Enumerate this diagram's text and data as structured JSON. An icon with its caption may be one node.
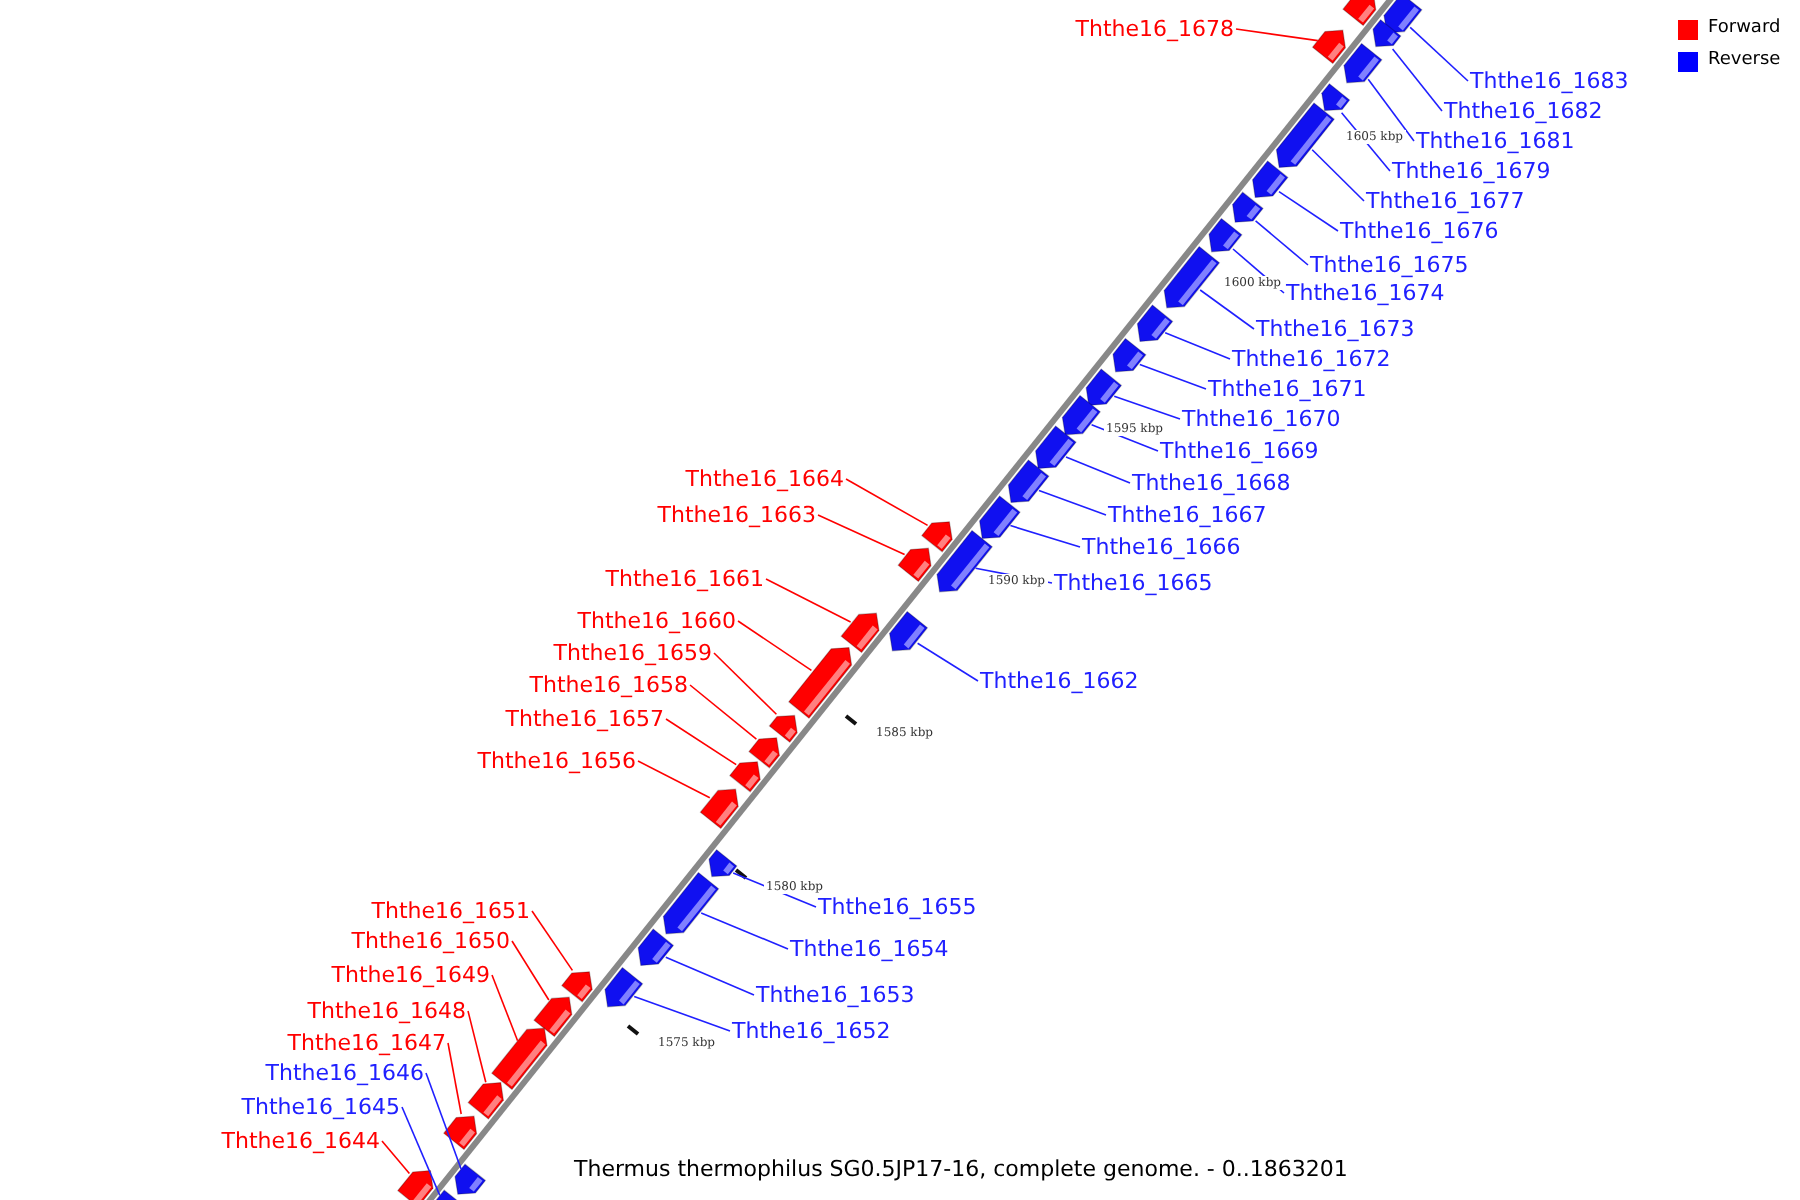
{
  "diagram": {
    "caption": "Thermus thermophilus SG0.5JP17-16, complete genome. - 0..1863201",
    "nodes": [
      {
        "text": [],
        "shape": "box"
      },
      {
        "text": [
          "Ththe16_1678"
        ]
      },
      {
        "text": [],
        "shape": "box"
      },
      {
        "text": [
          "Ththe16_1683"
        ]
      },
      {
        "text": [],
        "shape": "box"
      },
      {
        "text": [
          "Ththe16_1682"
        ]
      },
      {
        "text": [],
        "shape": "box"
      },
      {
        "text": [
          "Ththe16_1681"
        ]
      },
      {
        "text": [],
        "shape": "box"
      },
      {
        "text": [
          "Ththe16_1679"
        ]
      },
      {
        "text": [],
        "shape": "box"
      },
      {
        "text": [
          "Ththe16_1677"
        ]
      },
      {
        "text": [],
        "shape": "box"
      },
      {
        "text": [
          "Ththe16_1676"
        ]
      },
      {
        "text": [],
        "shape": "box"
      },
      {
        "text": [
          "Ththe16_1675"
        ]
      },
      {
        "text": [],
        "shape": "box"
      },
      {
        "text": [
          "Ththe16_1674"
        ]
      },
      {
        "text": [],
        "shape": "box"
      },
      {
        "text": [
          "Ththe16_1673"
        ]
      },
      {
        "text": [],
        "shape": "box"
      },
      {
        "text": [
          "Ththe16_1672"
        ]
      },
      {
        "text": [],
        "shape": "box"
      },
      {
        "text": [
          "Ththe16_1671"
        ]
      },
      {
        "text": [],
        "shape": "box"
      },
      {
        "text": [
          "Ththe16_1670"
        ]
      },
      {
        "text": [],
        "shape": "box"
      },
      {
        "text": [
          "Ththe16_1669"
        ]
      },
      {
        "text": [],
        "shape": "box"
      },
      {
        "text": [
          "Ththe16_1668"
        ]
      },
      {
        "text": [],
        "shape": "box"
      },
      {
        "text": [
          "Ththe16_1667"
        ]
      },
      {
        "text": [],
        "shape": "box"
      },
      {
        "text": [
          "Ththe16_1666"
        ]
      },
      {
        "text": [],
        "shape": "box"
      },
      {
        "text": [
          "Ththe16_1664"
        ]
      },
      {
        "text": [],
        "shape": "box"
      },
      {
        "text": [
          "Ththe16_1663"
        ]
      },
      {
        "text": [],
        "shape": "box"
      },
      {
        "text": [
          "Ththe16_1665"
        ]
      },
      {
        "text": [],
        "shape": "box"
      },
      {
        "text": [
          "Ththe16_1661"
        ]
      },
      {
        "text": [],
        "shape": "box"
      },
      {
        "text": [
          "Ththe16_1660"
        ]
      },
      {
        "text": [],
        "shape": "box"
      },
      {
        "text": [
          "Ththe16_1659"
        ]
      },
      {
        "text": [],
        "shape": "box"
      },
      {
        "text": [
          "Ththe16_1662"
        ]
      },
      {
        "text": [],
        "shape": "box"
      },
      {
        "text": [
          "Ththe16_1658"
        ]
      },
      {
        "text": [],
        "shape": "box"
      },
      {
        "text": [
          "Ththe16_1657"
        ]
      },
      {
        "text": [],
        "shape": "box"
      },
      {
        "text": [
          "Ththe16_1656"
        ]
      },
      {
        "text": [],
        "shape": "box"
      },
      {
        "text": [
          "Ththe16_1655"
        ]
      },
      {
        "text": [],
        "shape": "box"
      },
      {
        "text": [
          "Ththe16_1651"
        ]
      },
      {
        "text": [],
        "shape": "box"
      },
      {
        "text": [
          "Ththe16_1654"
        ]
      },
      {
        "text": [],
        "shape": "box"
      },
      {
        "text": [
          "Ththe16_1650"
        ]
      },
      {
        "text": [],
        "shape": "box"
      },
      {
        "text": [
          "Ththe16_1649"
        ]
      },
      {
        "text": [],
        "shape": "box"
      },
      {
        "text": [
          "Ththe16_1653"
        ]
      },
      {
        "text": [],
        "shape": "box"
      },
      {
        "text": [
          "Ththe16_1648"
        ]
      },
      {
        "text": [],
        "shape": "box"
      },
      {
        "text": [
          "Ththe16_1652"
        ]
      },
      {
        "text": [],
        "shape": "box"
      },
      {
        "text": [
          "Ththe16_1647"
        ]
      },
      {
        "text": [],
        "shape": "box"
      },
      {
        "text": [
          "Ththe16_1646"
        ]
      },
      {
        "text": [],
        "shape": "box"
      },
      {
        "text": [
          "Ththe16_1645"
        ]
      },
      {
        "text": [],
        "shape": "box"
      },
      {
        "text": [
          "Ththe16_1644"
        ]
      },
      {
        "text": [],
        "shape": "box"
      }
    ],
    "edges": [
      {
        "from": 1,
        "to": 2,
        "arrow": "none",
        "color": "#ff0000"
      },
      {
        "from": 3,
        "to": 4,
        "arrow": "none"
      },
      {
        "from": 5,
        "to": 6,
        "arrow": "none"
      },
      {
        "from": 7,
        "to": 8,
        "arrow": "none"
      },
      {
        "from": 9,
        "to": 10,
        "arrow": "none"
      },
      {
        "from": 11,
        "to": 12,
        "arrow": "none"
      },
      {
        "from": 13,
        "to": 14,
        "arrow": "none"
      },
      {
        "from": 15,
        "to": 16,
        "arrow": "none"
      },
      {
        "from": 17,
        "to": 18,
        "arrow": "none"
      },
      {
        "from": 19,
        "to": 20,
        "arrow": "none"
      },
      {
        "from": 21,
        "to": 22,
        "arrow": "none"
      },
      {
        "from": 23,
        "to": 24,
        "arrow": "none"
      },
      {
        "from": 25,
        "to": 26,
        "arrow": "none"
      },
      {
        "from": 27,
        "to": 28,
        "arrow": "none"
      },
      {
        "from": 29,
        "to": 30,
        "arrow": "none"
      },
      {
        "from": 31,
        "to": 32,
        "arrow": "none"
      },
      {
        "from": 33,
        "to": 34,
        "arrow": "none"
      },
      {
        "from": 35,
        "to": 36,
        "arrow": "none",
        "color": "#ff0000"
      },
      {
        "from": 37,
        "to": 38,
        "arrow": "none",
        "color": "#ff0000"
      },
      {
        "from": 39,
        "to": 40,
        "arrow": "none"
      },
      {
        "from": 41,
        "to": 42,
        "arrow": "none",
        "color": "#ff0000"
      },
      {
        "from": 43,
        "to": 44,
        "arrow": "none",
        "color": "#ff0000"
      },
      {
        "from": 45,
        "to": 46,
        "arrow": "none",
        "color": "#ff0000"
      },
      {
        "from": 47,
        "to": 48,
        "arrow": "none"
      },
      {
        "from": 49,
        "to": 50,
        "arrow": "none",
        "color": "#ff0000"
      },
      {
        "from": 51,
        "to": 52,
        "arrow": "none",
        "color": "#ff0000"
      },
      {
        "from": 53,
        "to": 54,
        "arrow": "none",
        "color": "#ff0000"
      },
      {
        "from": 55,
        "to": 56,
        "arrow": "none"
      },
      {
        "from": 57,
        "to": 58,
        "arrow": "none",
        "color": "#ff0000"
      },
      {
        "from": 59,
        "to": 60,
        "arrow": "none"
      },
      {
        "from": 61,
        "to": 62,
        "arrow": "none",
        "color": "#ff0000"
      },
      {
        "from": 63,
        "to": 64,
        "arrow": "none",
        "color": "#ff0000"
      },
      {
        "from": 65,
        "to": 66,
        "arrow": "none"
      },
      {
        "from": 67,
        "to": 68,
        "arrow": "none",
        "color": "#ff0000"
      },
      {
        "from": 69,
        "to": 70,
        "arrow": "none"
      },
      {
        "from": 71,
        "to": 72,
        "arrow": "none",
        "color": "#ff0000"
      },
      {
        "from": 73,
        "to": 74,
        "arrow": "none"
      },
      {
        "from": 75,
        "to": 76,
        "arrow": "none"
      },
      {
        "from": 77,
        "to": 78,
        "arrow": "none",
        "color": "#ff0000"
      }
    ],
    "labels": [
      "1605 kbp",
      "1600 kbp",
      "1595 kbp",
      "1590 kbp",
      "1585 kbp",
      "1580 kbp",
      "1575 kbp"
    ],
    "legend": [
      {
        "text": "Forward",
        "color": "#ff0000"
      },
      {
        "text": "Reverse",
        "color": "#0000ff"
      }
    ]
  }
}
